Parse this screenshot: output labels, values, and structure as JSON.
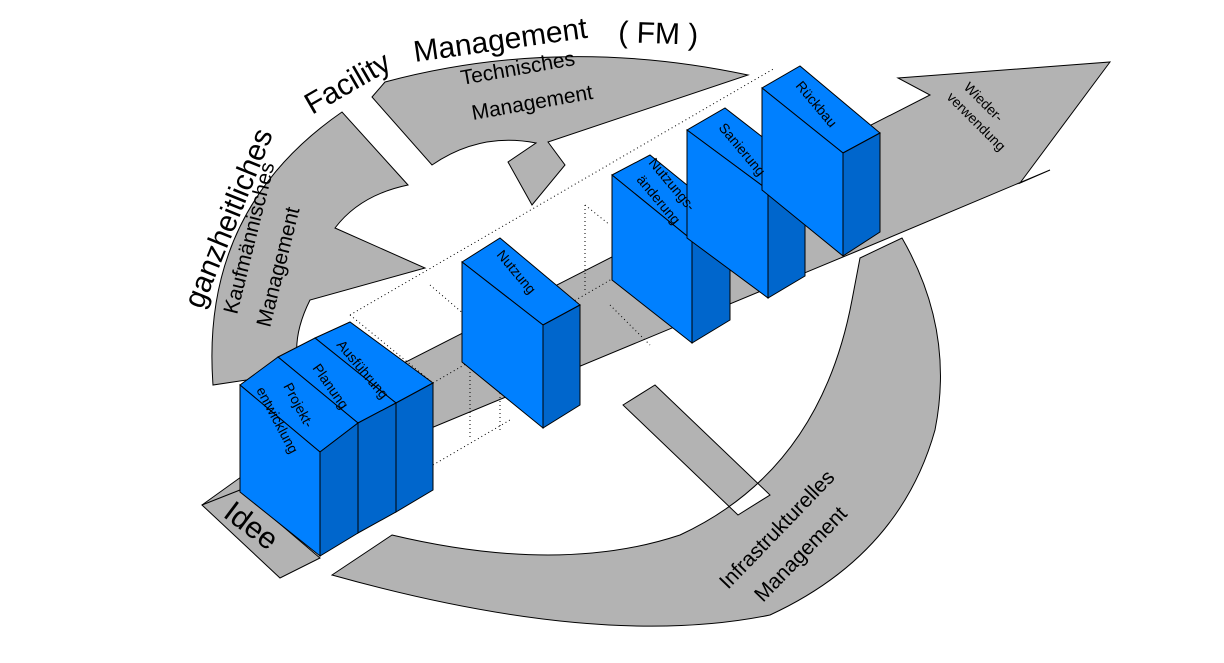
{
  "diagram": {
    "title_parts": [
      "ganzheitliches",
      "Facility",
      "Management",
      "( FM )"
    ],
    "areas": {
      "technical": [
        "Technisches",
        "Management"
      ],
      "commercial": [
        "Kaufmännisches",
        "Management"
      ],
      "infrastructural": [
        "Infrastrukturelles",
        "Management"
      ]
    },
    "start_label": "Idee",
    "end_label": [
      "Wieder-",
      "verwendung"
    ],
    "phases": [
      {
        "label": [
          "Projekt-",
          "entwicklung"
        ]
      },
      {
        "label": [
          "Planung"
        ]
      },
      {
        "label": [
          "Ausführung"
        ]
      },
      {
        "label": [
          "Nutzung"
        ]
      },
      {
        "label": [
          "Nutzungs-",
          "änderung"
        ]
      },
      {
        "label": [
          "Sanierung"
        ]
      },
      {
        "label": [
          "Rückbau"
        ]
      }
    ]
  },
  "colors": {
    "box_front": "#0080ff",
    "box_top": "#0080ff",
    "box_side": "#0066cc",
    "grey_shape": "#b3b3b3",
    "outline": "#000000"
  }
}
